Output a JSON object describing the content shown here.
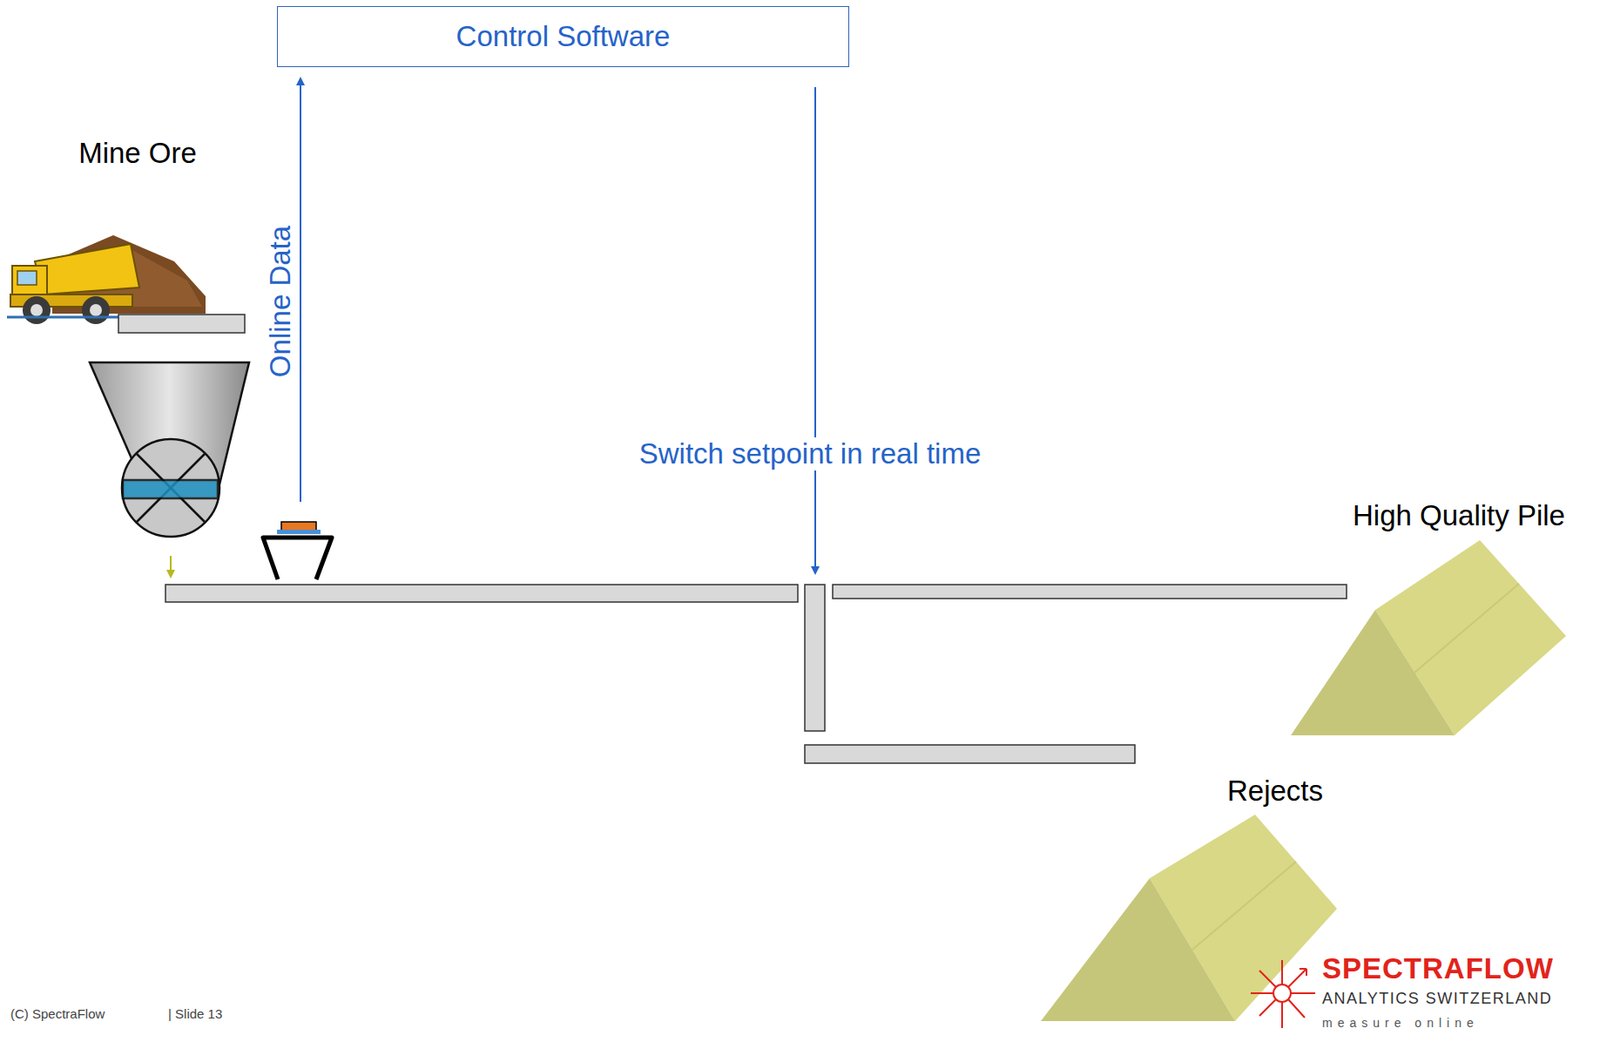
{
  "diagram": {
    "nodes": [
      {
        "text": [
          "Control Software"
        ]
      }
    ],
    "labels": [
      "Mine Ore",
      "Online Data",
      "Switch setpoint in real time",
      "High Quality Pile",
      "Rejects",
      "SPECTRAFLOW",
      "ANALYTICS SWITZERLAND",
      "measure online",
      "(C) SpectraFlow",
      "| Slide 13"
    ]
  }
}
